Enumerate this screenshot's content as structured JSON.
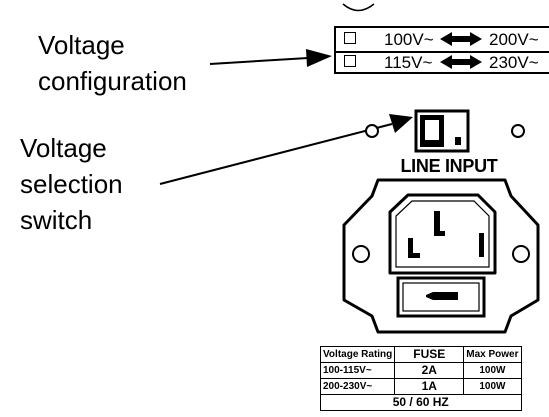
{
  "callouts": {
    "voltage_configuration": [
      "Voltage",
      "configuration"
    ],
    "voltage_selection_switch": [
      "Voltage",
      "selection",
      "switch"
    ]
  },
  "voltage_config": {
    "rows": [
      {
        "low": "100V~",
        "high": "200V~"
      },
      {
        "low": "115V~",
        "high": "230V~"
      }
    ]
  },
  "line_input": {
    "title": "LINE INPUT"
  },
  "rating_table": {
    "headers": [
      "Voltage Rating",
      "FUSE",
      "Max Power"
    ],
    "rows": [
      [
        "100-115V~",
        "2A",
        "100W"
      ],
      [
        "200-230V~",
        "1A",
        "100W"
      ]
    ],
    "footer": "50 / 60 HZ"
  }
}
